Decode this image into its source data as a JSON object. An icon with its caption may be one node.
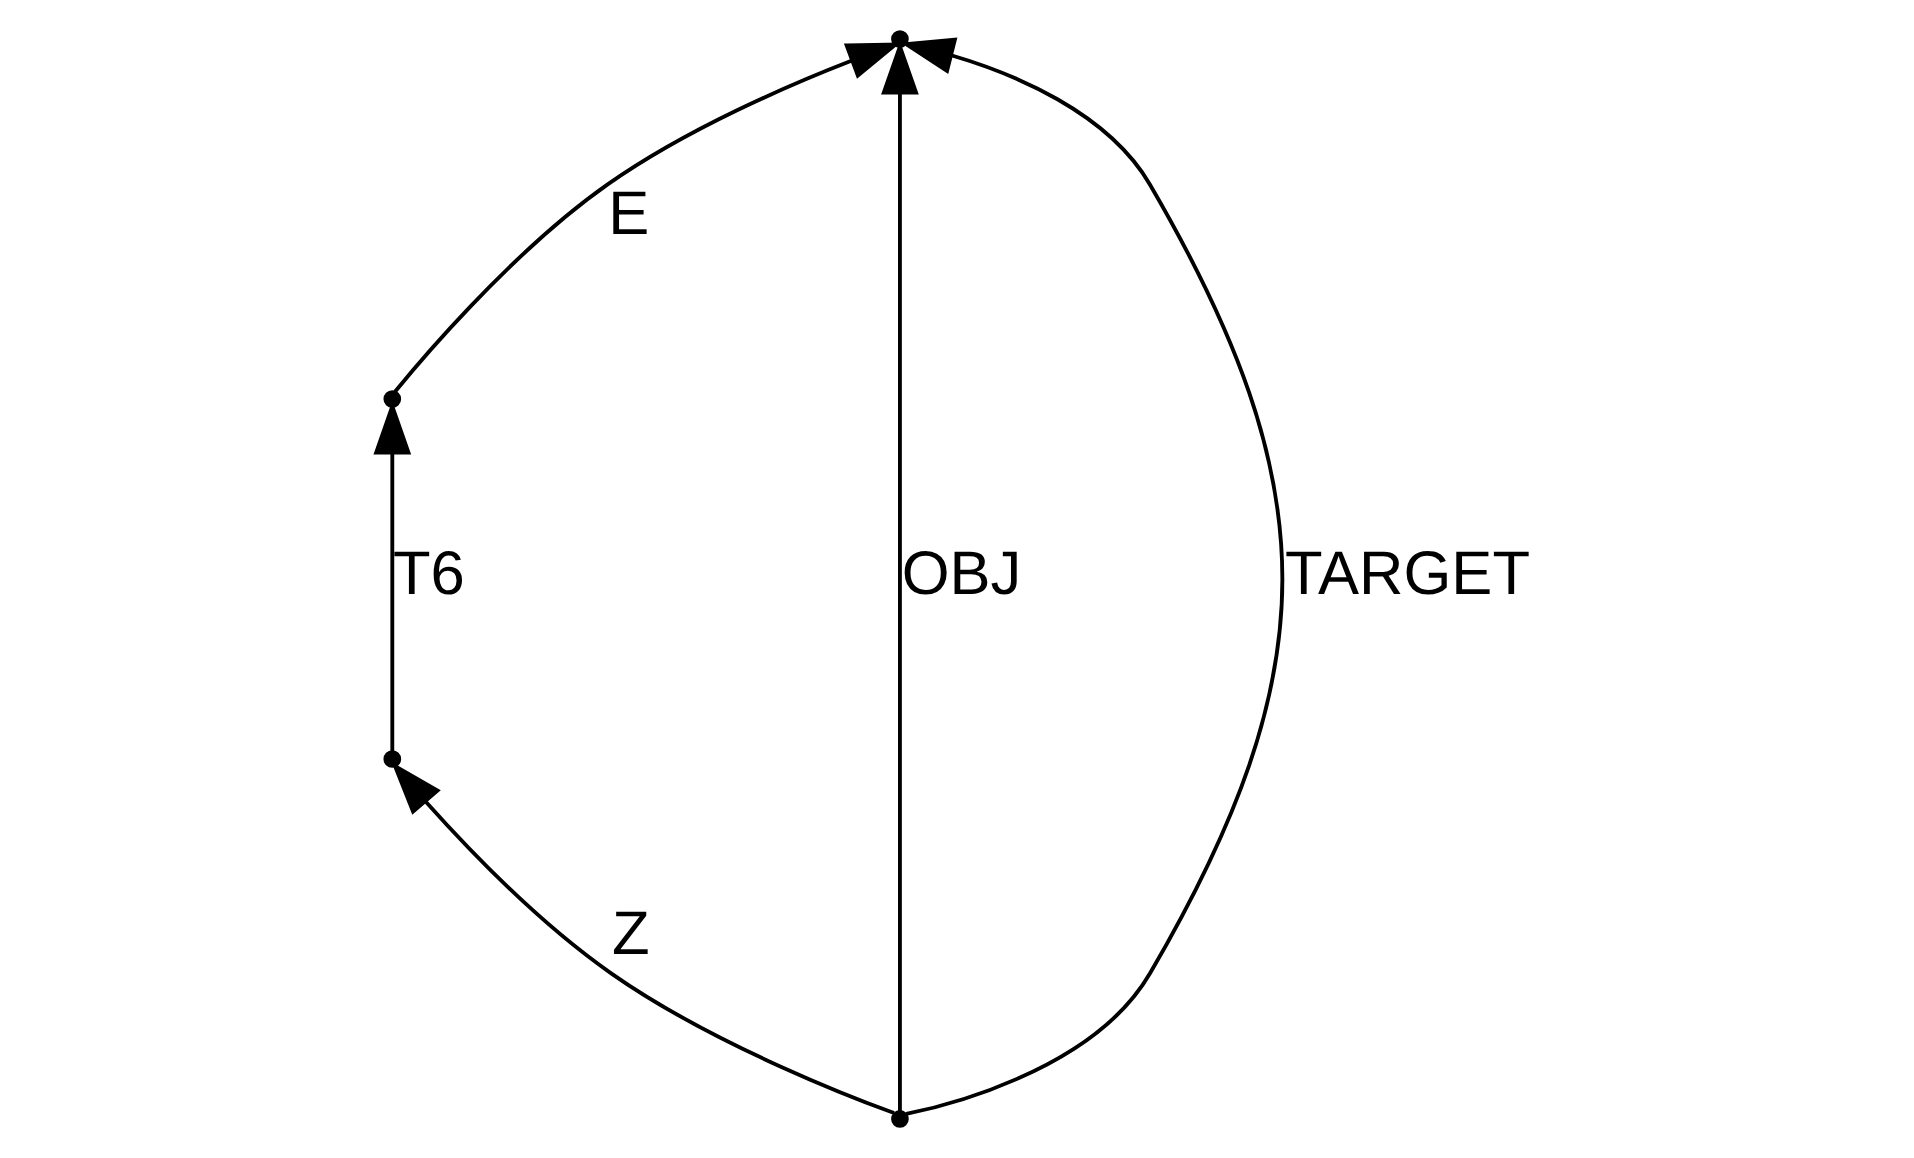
{
  "diagram": {
    "nodes": [
      {
        "text": [],
        "shape": "point"
      },
      {
        "text": [],
        "shape": "point"
      },
      {
        "text": [],
        "shape": "point"
      },
      {
        "text": [],
        "shape": "point"
      }
    ],
    "edges": [
      {
        "from": 0,
        "to": 1,
        "arrow": "to",
        "label": "Z"
      },
      {
        "from": 1,
        "to": 2,
        "arrow": "to",
        "label": "T6"
      },
      {
        "from": 2,
        "to": 3,
        "arrow": "to",
        "label": "E"
      },
      {
        "from": 0,
        "to": 3,
        "arrow": "to",
        "label": "OBJ"
      },
      {
        "from": 0,
        "to": 3,
        "arrow": "to",
        "label": "TARGET"
      }
    ]
  }
}
